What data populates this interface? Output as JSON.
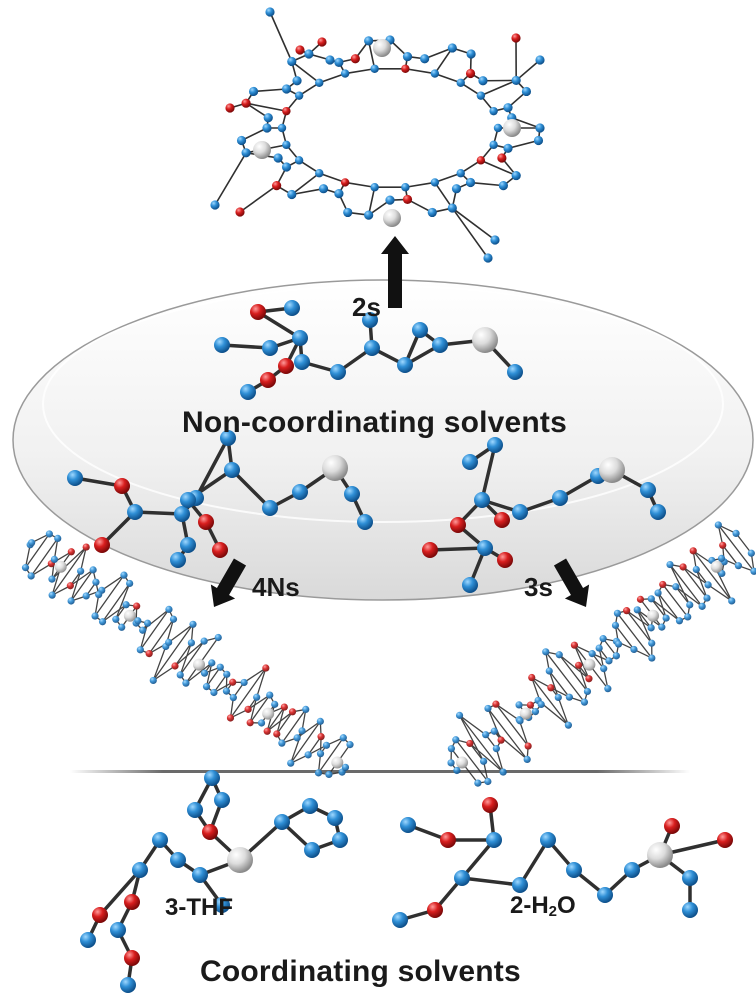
{
  "labels": {
    "non_coordinating": "Non-coordinating solvents",
    "coordinating": "Coordinating solvents",
    "arrow_up": "2s",
    "arrow_left": "4Ns",
    "arrow_right": "3s",
    "mol_thf": "3-THF",
    "mol_water_prefix": "2-H",
    "mol_water_sub": "2",
    "mol_water_suffix": "O"
  },
  "colors": {
    "atom_c": "#2f8fd6",
    "atom_o": "#d81e1e",
    "metal": "#e6e6e6",
    "bond": "#303030",
    "arrow": "#111111",
    "ellipse_fill": "#f2f2f2",
    "ellipse_stroke": "#9a9a9a",
    "surface": "#555555"
  }
}
